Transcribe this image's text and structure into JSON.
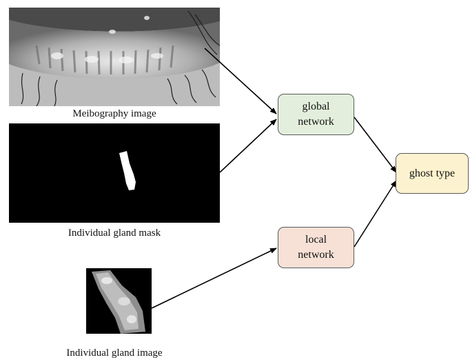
{
  "inputs": {
    "meibography": {
      "caption": "Meibography image",
      "icon": "eyelid-meibography-photo"
    },
    "mask": {
      "caption": "Individual gland mask",
      "icon": "gland-mask-image"
    },
    "gland": {
      "caption": "Individual gland image",
      "icon": "gland-crop-image"
    }
  },
  "nodes": {
    "global": {
      "line1": "global",
      "line2": "network",
      "color": "#e3efdc"
    },
    "local": {
      "line1": "local",
      "line2": "network",
      "color": "#f7e1d6"
    },
    "output": {
      "label": "ghost type",
      "color": "#fdf2cf"
    }
  }
}
